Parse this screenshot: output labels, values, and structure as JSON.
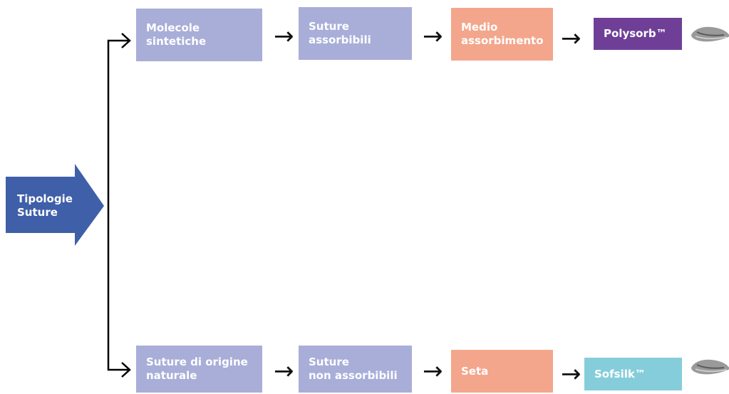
{
  "root": {
    "label": "Tipologie\nSuture"
  },
  "branches": [
    {
      "level1": "Molecole\nsintetiche",
      "level2": "Suture\nassorbibili",
      "level3": "Medio\nassorbimento",
      "product": "Polysorb™"
    },
    {
      "level1": "Suture di origine\nnaturale",
      "level2": "Suture\nnon assorbibili",
      "level3": "Seta",
      "product": "Sofsilk™"
    }
  ],
  "arrow_glyph": "→",
  "colors": {
    "root": "#3f5fa8",
    "category": "#a8aed8",
    "subcategory": "#f3a68b",
    "product_top": "#6f3f97",
    "product_bottom": "#85cddb"
  },
  "icons": [
    "suture-needle-icon",
    "suture-needle-icon"
  ]
}
